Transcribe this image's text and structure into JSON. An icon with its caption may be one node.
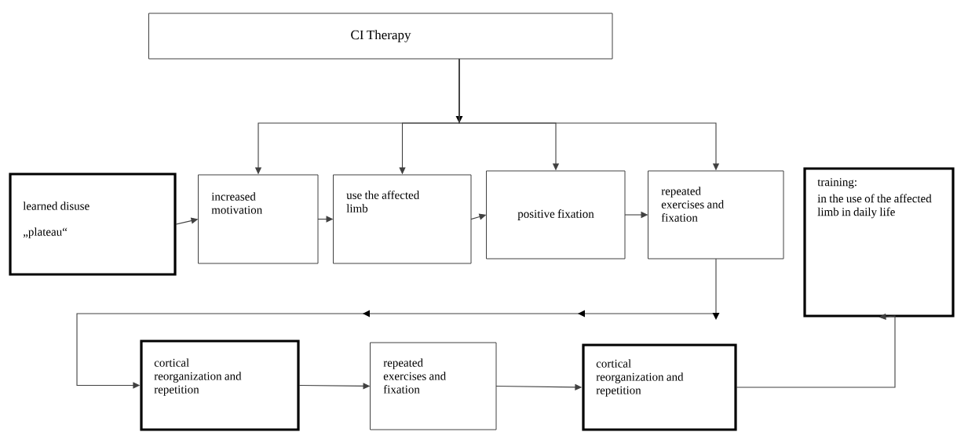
{
  "diagram": {
    "nodes": [
      {
        "text": [
          "CI Therapy"
        ]
      },
      {
        "text": [
          "learned disuse",
          "„plateau“"
        ]
      },
      {
        "text": [
          "increased motivation"
        ]
      },
      {
        "text": [
          "use the affected limb"
        ]
      },
      {
        "text": [
          "positive fixation"
        ]
      },
      {
        "text": [
          "repeated exercises and fixation"
        ]
      },
      {
        "text": [
          "training:",
          "in the use of the affected limb in daily life"
        ]
      },
      {
        "text": [
          "cortical reorganization and repetition"
        ]
      },
      {
        "text": [
          "repeated exercises and fixation"
        ]
      },
      {
        "text": [
          "cortical reorganization and repetition"
        ]
      }
    ],
    "edges": [
      {
        "from": 0,
        "to": 2,
        "arrow": "to"
      },
      {
        "from": 0,
        "to": 3,
        "arrow": "to"
      },
      {
        "from": 0,
        "to": 4,
        "arrow": "to"
      },
      {
        "from": 0,
        "to": 5,
        "arrow": "to"
      },
      {
        "from": 1,
        "to": 2,
        "arrow": "to"
      },
      {
        "from": 2,
        "to": 3,
        "arrow": "to"
      },
      {
        "from": 3,
        "to": 4,
        "arrow": "to"
      },
      {
        "from": 4,
        "to": 5,
        "arrow": "to"
      },
      {
        "from": 5,
        "to": 7,
        "arrow": "to"
      },
      {
        "from": 7,
        "to": 8,
        "arrow": "to"
      },
      {
        "from": 8,
        "to": 9,
        "arrow": "to"
      },
      {
        "from": 9,
        "to": 6,
        "arrow": "to"
      }
    ]
  }
}
